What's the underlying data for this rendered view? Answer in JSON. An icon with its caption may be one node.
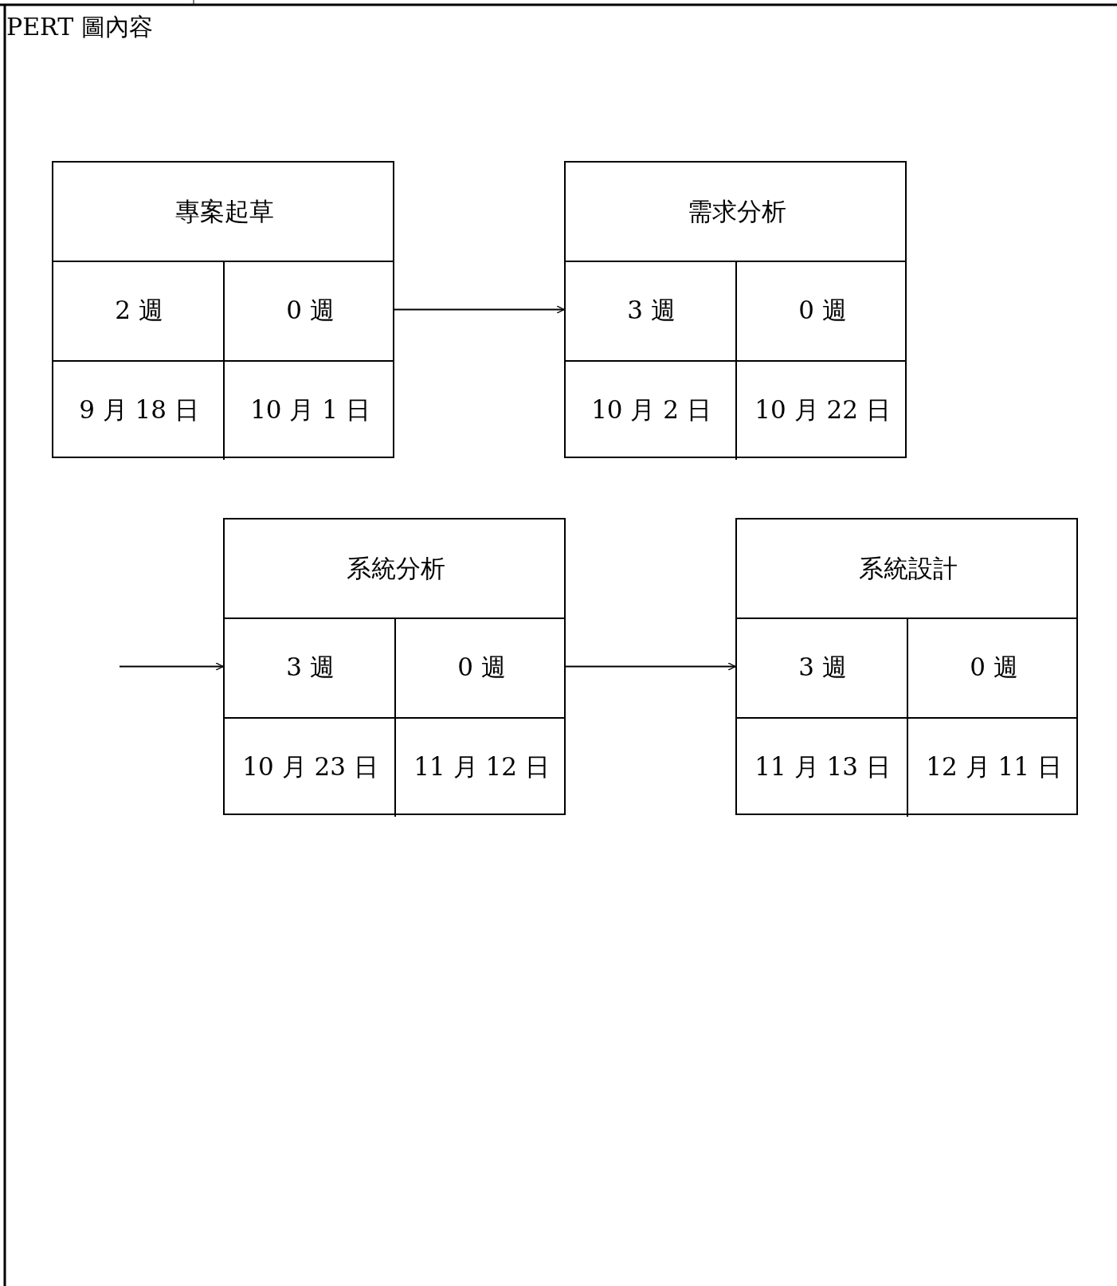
{
  "diagram": {
    "title": "PERT 圖內容",
    "nodes": [
      {
        "text": [
          "專案起草",
          "2 週",
          "0 週",
          "9 月 18 日",
          "10 月 1 日"
        ]
      },
      {
        "text": [
          "需求分析",
          "3 週",
          "0 週",
          "10 月 2 日",
          "10 月 22 日"
        ]
      },
      {
        "text": [
          "系統分析",
          "3 週",
          "0 週",
          "10 月 23 日",
          "11 月 12 日"
        ]
      },
      {
        "text": [
          "系統設計",
          "3 週",
          "0 週",
          "11 月 13 日",
          "12 月 11 日"
        ]
      }
    ],
    "edges": [
      {
        "from": 0,
        "to": 1,
        "arrow": "to"
      },
      {
        "from": null,
        "to": 2,
        "arrow": "to"
      },
      {
        "from": 2,
        "to": 3,
        "arrow": "to"
      }
    ]
  }
}
